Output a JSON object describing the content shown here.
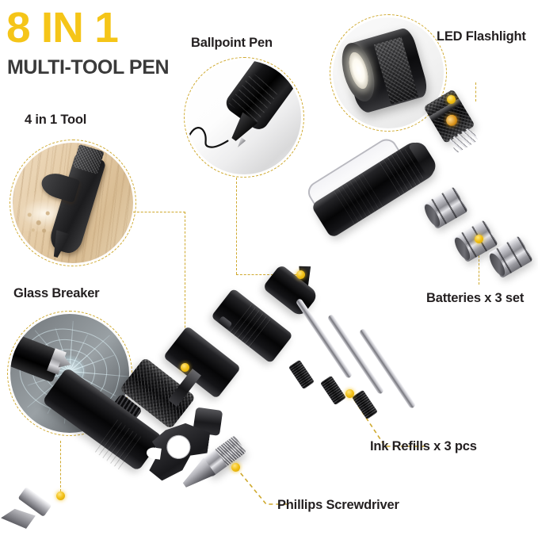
{
  "header": {
    "title_main": "8 IN 1",
    "title_sub": "MULTI-TOOL PEN",
    "title_color": "#f5c518",
    "subtitle_color": "#3a3a3a"
  },
  "theme": {
    "accent": "#cfa92e",
    "dot": "#f2c017",
    "background": "#ffffff",
    "label_color": "#231f20"
  },
  "callouts": [
    {
      "id": "ballpoint-pen",
      "label": "Ballpoint Pen",
      "inset": "pen-tip-writing-on-paper"
    },
    {
      "id": "led-flashlight",
      "label": "LED Flashlight",
      "inset": "flashlight-head-illuminated"
    },
    {
      "id": "four-in-one-tool",
      "label": "4 in 1 Tool",
      "inset": "multi-tool-head-on-wood"
    },
    {
      "id": "glass-breaker",
      "label": "Glass Breaker",
      "inset": "shattered-glass-with-pen-tip"
    },
    {
      "id": "batteries",
      "label": "Batteries x 3 set",
      "inset": null
    },
    {
      "id": "ink-refills",
      "label": "Ink Refills x 3 pcs",
      "inset": null
    },
    {
      "id": "phillips-screwdriver",
      "label": "Phillips Screwdriver",
      "inset": null
    }
  ],
  "components": {
    "pen_body": "black-aluminum-pen-barrel",
    "pen_cap": "black-barrel-with-steel-pocket-clip",
    "flashlight_module": "led-head-with-spring-contact",
    "batteries_count": 3,
    "ink_refills_count": 3,
    "screwdriver_bit": "phillips-screwdriver-bit",
    "tool_head": "four-in-one-bottle-opener-tool",
    "breaker_tip": "tungsten-glass-breaker-tip"
  }
}
